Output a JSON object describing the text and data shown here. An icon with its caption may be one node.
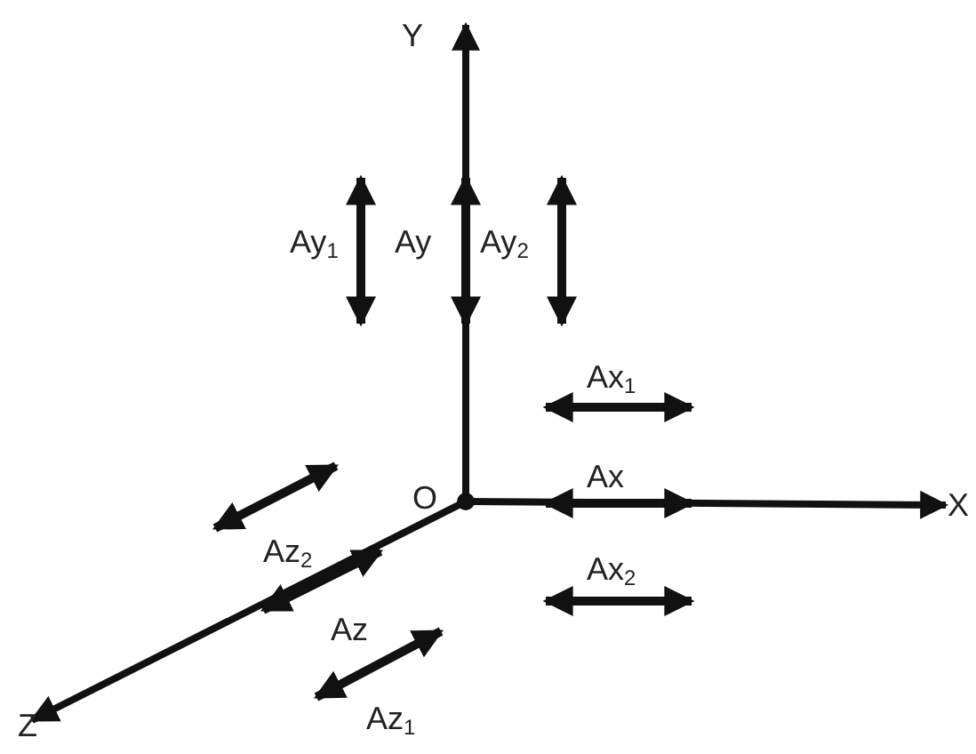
{
  "diagram": {
    "labels": [
      "Y",
      "Ay$_{1}$",
      "Ay",
      "Ay$_{2}$",
      "Ax$_{1}$",
      "Az$_{2}$",
      "O",
      "Ax",
      "X",
      "Ax$_{2}$",
      "Az",
      "Z",
      "Az$_{1}$"
    ]
  }
}
